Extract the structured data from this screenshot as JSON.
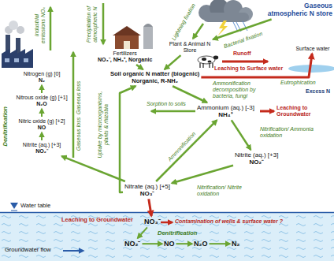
{
  "diagram": {
    "nodes": [
      {
        "text": [
          "Gaseous atmospheric N store"
        ]
      },
      {
        "text": [
          "Fertilizers",
          "NO₃⁻, NH₄⁺, Norganic"
        ]
      },
      {
        "text": [
          "Plant & Animal N Store"
        ]
      },
      {
        "text": [
          "Surface water"
        ]
      },
      {
        "text": [
          "Soil organic N matter (biogenic)",
          "Norganic, R-NH₂"
        ]
      },
      {
        "text": [
          "Ammonium (aq.) [-3]",
          "NH₄⁺"
        ]
      },
      {
        "text": [
          "Nitrite (aq.) [+3]",
          "NO₂⁻"
        ]
      },
      {
        "text": [
          "Nitrate (aq.) [+5]",
          "NO₃⁻"
        ]
      },
      {
        "text": [
          "Nitrite (aq.) [+3]",
          "NO₂⁻"
        ]
      },
      {
        "text": [
          "Nitric oxide (g) [+2]",
          "NO"
        ]
      },
      {
        "text": [
          "Nitrous oxide (g) [+1]",
          "N₂O"
        ]
      },
      {
        "text": [
          "Nitrogen (g) [0]",
          "N₂"
        ]
      },
      {
        "text": [
          "NO₃⁻"
        ]
      },
      {
        "text": [
          "NO₂⁻"
        ]
      },
      {
        "text": [
          "NO"
        ]
      },
      {
        "text": [
          "N₂O"
        ]
      },
      {
        "text": [
          "N₂"
        ]
      }
    ],
    "edges": [
      {
        "from": 0,
        "to": 2,
        "arrow": "to"
      },
      {
        "from": 1,
        "to": 4,
        "arrow": "to"
      },
      {
        "from": 2,
        "to": 4,
        "arrow": "to"
      },
      {
        "from": 4,
        "to": 3,
        "arrow": "to"
      },
      {
        "from": 4,
        "to": 5,
        "arrow": "to"
      },
      {
        "from": 5,
        "to": 6,
        "arrow": "to"
      },
      {
        "from": 6,
        "to": 7,
        "arrow": "to"
      },
      {
        "from": 7,
        "to": 5,
        "arrow": "to"
      },
      {
        "from": 7,
        "to": 4,
        "arrow": "to"
      },
      {
        "from": 7,
        "to": 8,
        "arrow": "to"
      },
      {
        "from": 8,
        "to": 9,
        "arrow": "to"
      },
      {
        "from": 9,
        "to": 10,
        "arrow": "to"
      },
      {
        "from": 10,
        "to": 11,
        "arrow": "to"
      },
      {
        "from": 7,
        "to": 12,
        "arrow": "to"
      },
      {
        "from": 12,
        "to": 13,
        "arrow": "to"
      },
      {
        "from": 13,
        "to": 14,
        "arrow": "to"
      },
      {
        "from": 14,
        "to": 15,
        "arrow": "to"
      },
      {
        "from": 15,
        "to": 16,
        "arrow": "to"
      }
    ],
    "labels": [
      "Industrial emissions NOₓ",
      "Precipitation of atmospheric N",
      "Lightning fixation",
      "Bacterial fixation",
      "Runoff",
      "Leaching to Surface water",
      "Eutrophication",
      "Excess N",
      "Ammonification decomposition by bacteria, fungi",
      "Sorption to soils",
      "Leaching to Groundwater",
      "Nitrification/ Ammonia oxidation",
      "Nitrification/ Nitrite oxidation",
      "Ammonification",
      "Uptake by microorganisms, plants & rhizobia",
      "Gaseous loss",
      "Gaseous loss",
      "Denitrification",
      "Water table",
      "Groundwater flow",
      "Leaching to Groundwater",
      "Contamination of wells & surface water ?",
      "Denitrification"
    ]
  }
}
